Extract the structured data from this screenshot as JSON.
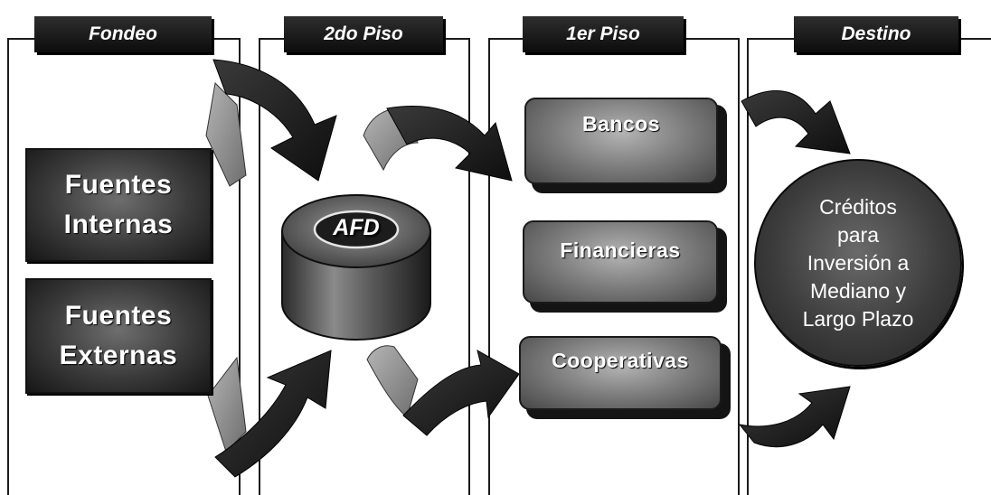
{
  "columns": [
    {
      "id": "fondeo",
      "title": "Fondeo"
    },
    {
      "id": "segundo_piso",
      "title": "2do Piso"
    },
    {
      "id": "primer_piso",
      "title": "1er Piso"
    },
    {
      "id": "destino",
      "title": "Destino"
    }
  ],
  "fondeo": {
    "internas": [
      "Fuentes",
      "Internas"
    ],
    "externas": [
      "Fuentes",
      "Externas"
    ]
  },
  "segundo_piso": {
    "label": "AFD"
  },
  "primer_piso": {
    "items": [
      "Bancos",
      "Financieras",
      "Cooperativas"
    ]
  },
  "destino": {
    "lines": [
      "Créditos",
      "para",
      "Inversión a",
      "Mediano y",
      "Largo Plazo"
    ]
  },
  "colors": {
    "tab_fill": "#111111",
    "arrow_dark": "#202020",
    "arrow_light": "#8f8f8f",
    "box_light": "#9a9a9a",
    "box_dark": "#3a3a3a"
  }
}
